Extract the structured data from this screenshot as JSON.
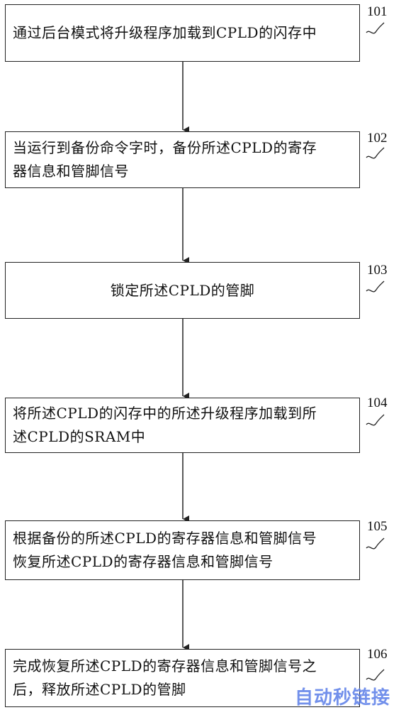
{
  "steps": [
    {
      "id": "101",
      "text": "通过后台模式将升级程序加载到CPLD的闪存中"
    },
    {
      "id": "102",
      "text": "当运行到备份命令字时，备份所述CPLD的寄存\n器信息和管脚信号"
    },
    {
      "id": "103",
      "text": "锁定所述CPLD的管脚"
    },
    {
      "id": "104",
      "text": "将所述CPLD的闪存中的所述升级程序加载到所\n述CPLD的SRAM中"
    },
    {
      "id": "105",
      "text": "根据备份的所述CPLD的寄存器信息和管脚信号\n恢复所述CPLD的寄存器信息和管脚信号"
    },
    {
      "id": "106",
      "text": "完成恢复所述CPLD的寄存器信息和管脚信号之\n后，释放所述CPLD的管脚"
    }
  ],
  "watermark": "自动秒链接",
  "colors": {
    "stroke": "#222222",
    "watermark": "#5a7de8"
  }
}
